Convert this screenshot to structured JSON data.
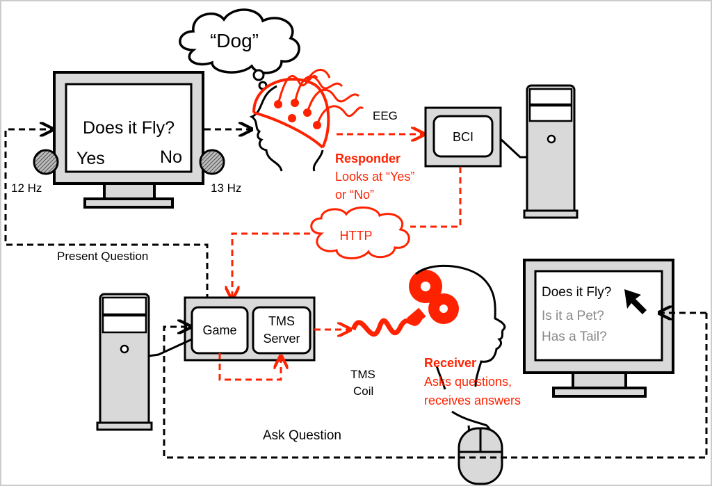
{
  "thought": "“Dog”",
  "left_monitor": {
    "question": "Does it Fly?",
    "yes": "Yes",
    "no": "No",
    "left_freq": "12 Hz",
    "right_freq": "13 Hz"
  },
  "eeg_label": "EEG",
  "bci_label": "BCI",
  "responder": {
    "title": "Responder",
    "line1": "Looks at “Yes”",
    "line2": "or “No”"
  },
  "http_label": "HTTP",
  "present_question": "Present Question",
  "game_label": "Game",
  "tms_server_line1": "TMS",
  "tms_server_line2": "Server",
  "tms_coil_line1": "TMS",
  "tms_coil_line2": "Coil",
  "receiver": {
    "title": "Receiver",
    "line1": "Asks questions,",
    "line2": "receives answers"
  },
  "right_monitor": {
    "q1": "Does it Fly?",
    "q2": "Is it a Pet?",
    "q3": "Has a Tail?"
  },
  "ask_question": "Ask Question",
  "colors": {
    "accent_red": "#ff2200",
    "muted_gray": "#888888",
    "panel_gray": "#d9d9d9"
  }
}
